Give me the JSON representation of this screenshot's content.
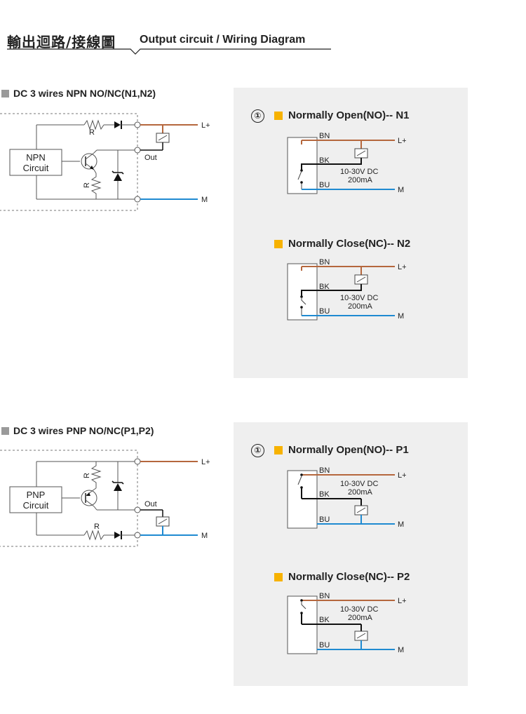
{
  "header": {
    "title_zh": "輸出迴路/接線圖",
    "title_en": "Output circuit / Wiring Diagram"
  },
  "sections": [
    {
      "title": "DC 3 wires NPN NO/NC(N1,N2)",
      "circuit": {
        "block_label_1": "NPN",
        "block_label_2": "Circuit",
        "resistor_top": "R",
        "resistor_side": "R",
        "terminal_top": "L+",
        "terminal_out": "Out",
        "terminal_bottom": "M"
      },
      "panel": {
        "index": "①",
        "diagrams": [
          {
            "label": "Normally Open(NO)-- N1",
            "bn": "BN",
            "bk": "BK",
            "bu": "BU",
            "lplus": "L+",
            "m": "M",
            "voltage": "10-30V DC",
            "current": "200mA"
          },
          {
            "label": "Normally Close(NC)-- N2",
            "bn": "BN",
            "bk": "BK",
            "bu": "BU",
            "lplus": "L+",
            "m": "M",
            "voltage": "10-30V DC",
            "current": "200mA"
          }
        ]
      }
    },
    {
      "title": "DC 3 wires PNP NO/NC(P1,P2)",
      "circuit": {
        "block_label_1": "PNP",
        "block_label_2": "Circuit",
        "resistor_top": "R",
        "resistor_side": "R",
        "terminal_top": "L+",
        "terminal_out": "Out",
        "terminal_bottom": "M"
      },
      "panel": {
        "index": "①",
        "diagrams": [
          {
            "label": "Normally Open(NO)-- P1",
            "bn": "BN",
            "bk": "BK",
            "bu": "BU",
            "lplus": "L+",
            "m": "M",
            "voltage": "10-30V DC",
            "current": "200mA"
          },
          {
            "label": "Normally Close(NC)-- P2",
            "bn": "BN",
            "bk": "BK",
            "bu": "BU",
            "lplus": "L+",
            "m": "M",
            "voltage": "10-30V DC",
            "current": "200mA"
          }
        ]
      }
    }
  ],
  "colors": {
    "brown": "#b5673d",
    "blue": "#1f8ad1",
    "black": "#111111",
    "grey_line": "#555555",
    "yellow": "#f7b200",
    "panel": "#efefef"
  }
}
